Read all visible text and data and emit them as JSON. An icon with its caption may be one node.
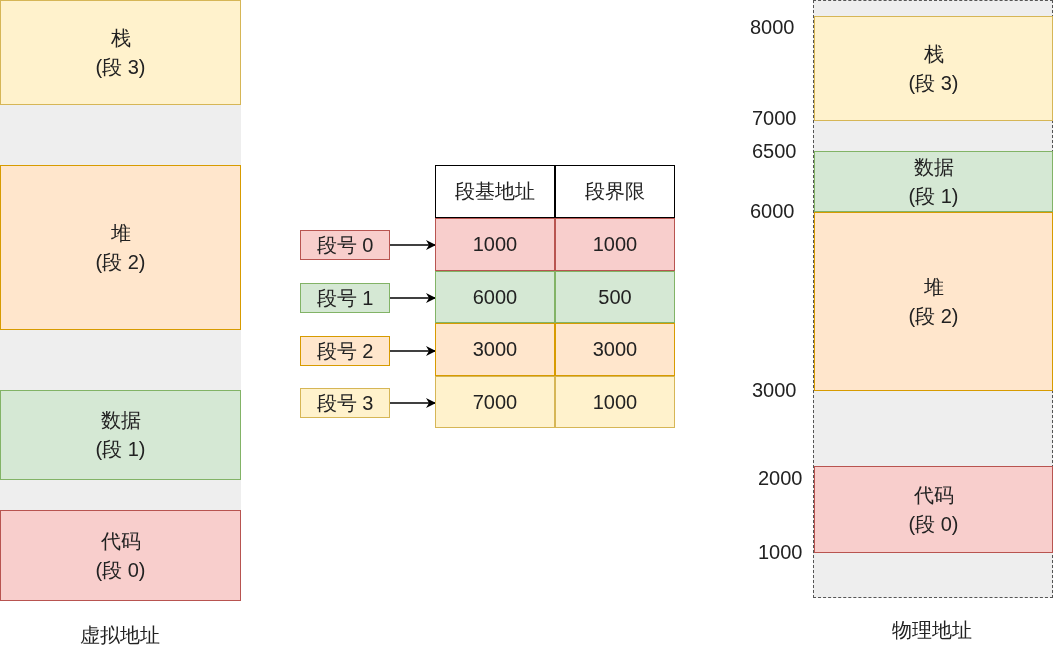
{
  "diagram": {
    "nodes": [
      {
        "text": [
          "栈",
          "(段 3)"
        ]
      },
      {
        "text": [],
        "shape": "box"
      },
      {
        "text": [
          "堆",
          "(段 2)"
        ]
      },
      {
        "text": [],
        "shape": "box"
      },
      {
        "text": [
          "数据",
          "(段 1)"
        ]
      },
      {
        "text": [],
        "shape": "box"
      },
      {
        "text": [
          "代码",
          "(段 0)"
        ]
      },
      {
        "text": [
          "段基地址"
        ]
      },
      {
        "text": [
          "段界限"
        ]
      },
      {
        "text": [
          "段号 0"
        ]
      },
      {
        "text": [
          "1000"
        ]
      },
      {
        "text": [
          "1000"
        ]
      },
      {
        "text": [
          "段号 1"
        ]
      },
      {
        "text": [
          "6000"
        ]
      },
      {
        "text": [
          "500"
        ]
      },
      {
        "text": [
          "段号 2"
        ]
      },
      {
        "text": [
          "3000"
        ]
      },
      {
        "text": [
          "3000"
        ]
      },
      {
        "text": [
          "段号 3"
        ]
      },
      {
        "text": [
          "7000"
        ]
      },
      {
        "text": [
          "1000"
        ]
      },
      {
        "text": [],
        "shape": "box"
      },
      {
        "text": [
          "栈",
          "(段 3)"
        ],
        "in": 21
      },
      {
        "text": [
          "数据",
          "(段 1)"
        ],
        "in": 21
      },
      {
        "text": [
          "堆",
          "(段 2)"
        ],
        "in": 21
      },
      {
        "text": [
          "代码",
          "(段 0)"
        ],
        "in": 21
      }
    ],
    "edges": [
      {
        "from": 9,
        "to": 10,
        "arrow": "to"
      },
      {
        "from": 12,
        "to": 13,
        "arrow": "to"
      },
      {
        "from": 15,
        "to": 16,
        "arrow": "to"
      },
      {
        "from": 18,
        "to": 19,
        "arrow": "to"
      }
    ],
    "labels": [
      "虚拟地址",
      "8000",
      "7000",
      "6500",
      "6000",
      "3000",
      "2000",
      "1000",
      "物理地址"
    ]
  }
}
